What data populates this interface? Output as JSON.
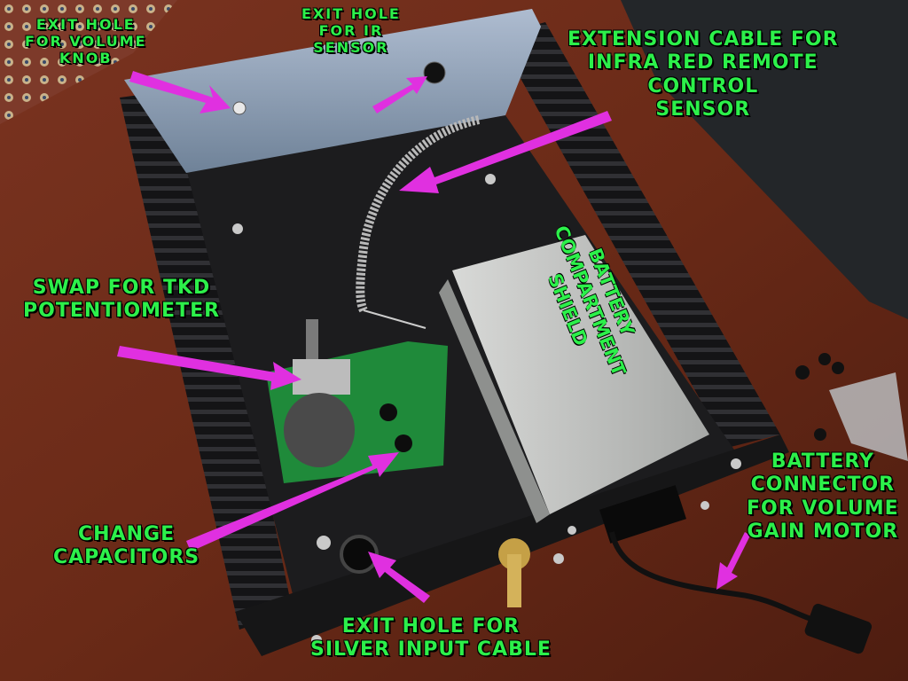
{
  "labels": {
    "volume_knob": [
      "EXIT HOLE",
      "FOR VOLUME",
      "KNOB"
    ],
    "ir_sensor": [
      "EXIT HOLE",
      "FOR  IR",
      "SENSOR"
    ],
    "extension_cable": [
      "EXTENSION CABLE FOR",
      "INFRA RED REMOTE",
      "CONTROL",
      "SENSOR"
    ],
    "potentiometer": [
      "SWAP FOR TKD",
      "POTENTIOMETER"
    ],
    "battery_shield": [
      "BATTERY",
      "COMPARTMENT",
      "SHIELD"
    ],
    "capacitors": [
      "CHANGE",
      "CAPACITORS"
    ],
    "input_cable": [
      "EXIT HOLE FOR",
      "SILVER INPUT CABLE"
    ],
    "battery_connector": [
      "BATTERY",
      "CONNECTOR",
      "FOR VOLUME",
      "GAIN MOTOR"
    ]
  },
  "colors": {
    "label_text": "#2cf04a",
    "arrow": "#e030e0",
    "table": "#6b2a18",
    "chassis": "#1c1c1e",
    "front_panel": "#8a9db5",
    "shield": "#c4c6c4",
    "pcb": "#1f8a3a"
  }
}
